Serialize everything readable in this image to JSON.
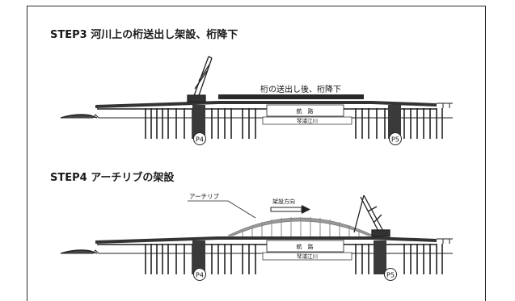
{
  "steps": [
    {
      "title": "STEP3 河川上の桁送出し架設、桁降下",
      "annotation": "桁の送出し後、桁降下",
      "channel_label": "航　路",
      "water_label": "琴浦江川",
      "pier_left": "P4",
      "pier_right": "P5"
    },
    {
      "title": "STEP4 アーチリブの架設",
      "rib_label": "アーチリブ",
      "direction_label": "架設方向",
      "channel_label": "航　路",
      "water_label": "琴浦江川",
      "pier_left": "P4",
      "pier_right": "P5"
    }
  ],
  "colors": {
    "line": "#222222",
    "arch": "#9a9a9a",
    "frame": "#2a2a2a"
  }
}
